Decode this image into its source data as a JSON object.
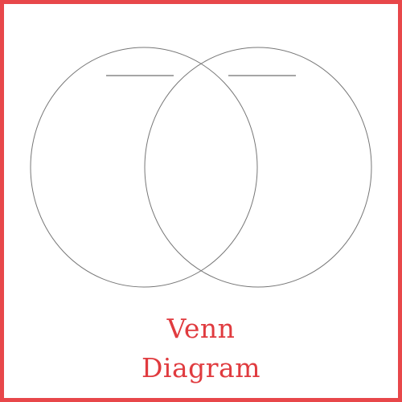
{
  "title": {
    "line1": "Venn",
    "line2": "Diagram"
  },
  "colors": {
    "frame_border": "#e8474a",
    "title_text": "#e03b3f",
    "circle_stroke": "#777777",
    "label_line": "#888888",
    "background": "#ffffff"
  },
  "venn": {
    "set_count": 2,
    "sets": [
      {
        "label": ""
      },
      {
        "label": ""
      }
    ]
  }
}
